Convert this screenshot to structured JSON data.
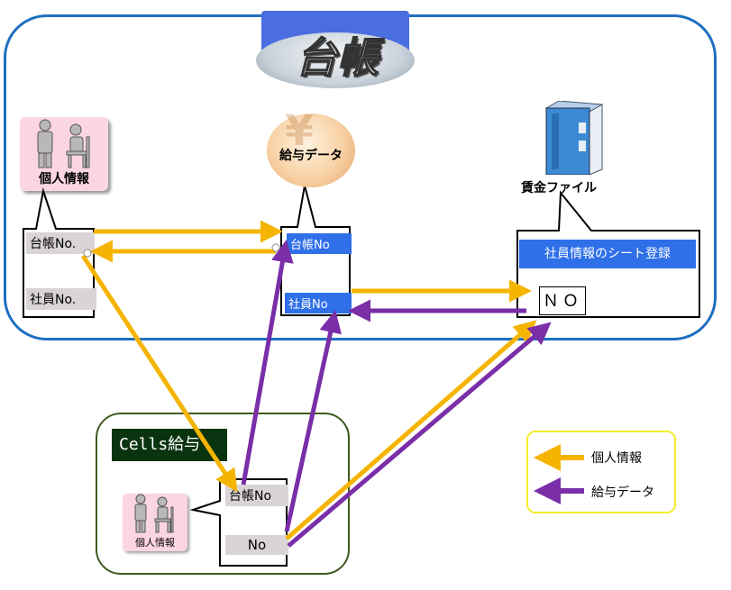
{
  "title": "台帳",
  "personal": {
    "label": "個人情報",
    "fields": [
      "台帳No.",
      "社員No."
    ]
  },
  "salary": {
    "label": "給与データ",
    "fields": [
      "台帳No",
      "社員No"
    ]
  },
  "wage_file": {
    "label": "賃金ファイル",
    "header": "社員情報のシート登録",
    "field": "ＮＯ"
  },
  "cells": {
    "title": "Cells給与",
    "personal_label": "個人情報",
    "fields": [
      "台帳No",
      "No"
    ]
  },
  "legend": {
    "items": [
      {
        "label": "個人情報",
        "color": "#f5b400"
      },
      {
        "label": "給与データ",
        "color": "#7a2ea8"
      }
    ]
  },
  "colors": {
    "yellow": "#f5b400",
    "purple": "#7a2ea8",
    "blue_frame": "#1f6fc0",
    "green_frame": "#3f5a1e",
    "tag_blue": "#2f6fe8"
  }
}
